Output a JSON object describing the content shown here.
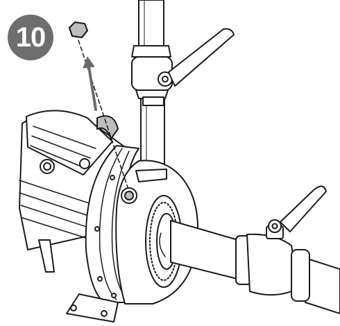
{
  "step": {
    "number": "10"
  },
  "colors": {
    "badge": "#6e6e6e",
    "badge_text": "#ffffff",
    "line": "#1a1a1a",
    "shade": "#bdbdbd",
    "arrow": "#6b6b6b"
  },
  "figure": {
    "parts": [
      "plug-cap",
      "removal-arrow",
      "upper-pipe",
      "upper-valve",
      "motor",
      "pump-housing",
      "priming-port",
      "outlet-pipe",
      "lower-valve",
      "base-foot"
    ]
  }
}
